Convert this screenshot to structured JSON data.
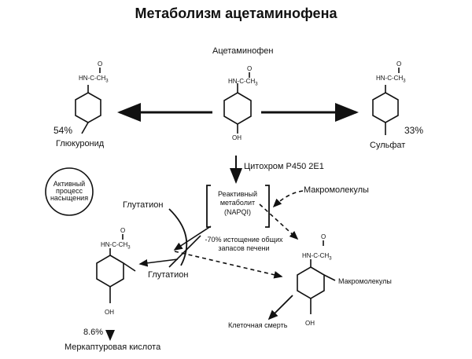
{
  "title": "Метаболизм ацетаминофена",
  "nodes": {
    "acetaminophen": "Ацетаминофен",
    "glucuronide": "Глюкуронид",
    "sulfate": "Сульфат",
    "cyp": "Цитохром P450 2E1",
    "active_process": [
      "Активный",
      "процесс",
      "насыщения"
    ],
    "napqi": [
      "Реактивный",
      "метаболит",
      "(NAPQI)"
    ],
    "macromolecules_top": "Макромолекулы",
    "glutathione_top": "Глутатион",
    "glutathione_mid": "Глутатион",
    "depletion": [
      "-70% истощение общих",
      "запасов печени"
    ],
    "macromolecules_adduct": "Макромолекулы",
    "cell_death": "Клеточная смерть",
    "mercapturic": "Меркаптуровая кислота"
  },
  "percentages": {
    "glucuronide": "54%",
    "sulfate": "33%",
    "mercapturic": "8.6%"
  },
  "chem": {
    "group": "HN-C-CH",
    "sub3": "3",
    "oxygen": "O",
    "hydroxyl": "OH"
  }
}
